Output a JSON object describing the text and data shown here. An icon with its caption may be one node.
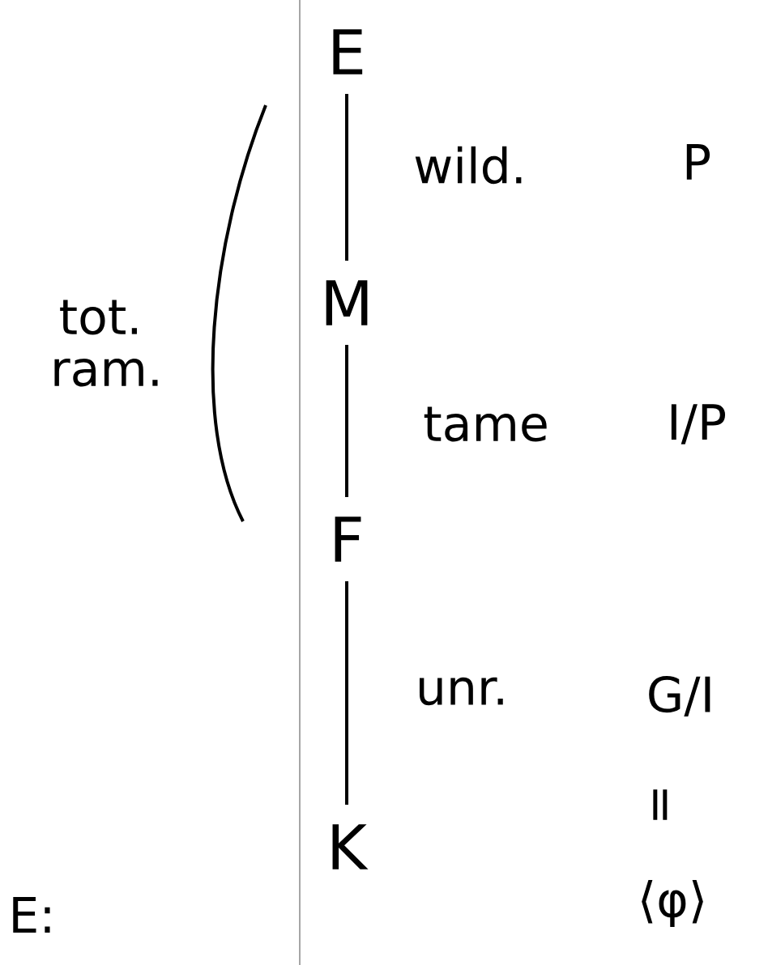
{
  "diagram": {
    "nodes": [
      {
        "text": [
          "E"
        ]
      },
      {
        "text": [
          "M"
        ]
      },
      {
        "text": [
          "F"
        ]
      },
      {
        "text": [
          "K"
        ]
      }
    ],
    "edges": [
      {
        "from": 0,
        "to": 1,
        "arrow": "none",
        "label": "wild."
      },
      {
        "from": 1,
        "to": 2,
        "arrow": "none",
        "label": "tame"
      },
      {
        "from": 2,
        "to": 3,
        "arrow": "none",
        "label": "unr."
      }
    ],
    "labels": [
      "P",
      "I/P",
      "tot. ram.",
      "G/I",
      "=",
      "⟨φ⟩",
      "E:"
    ]
  }
}
